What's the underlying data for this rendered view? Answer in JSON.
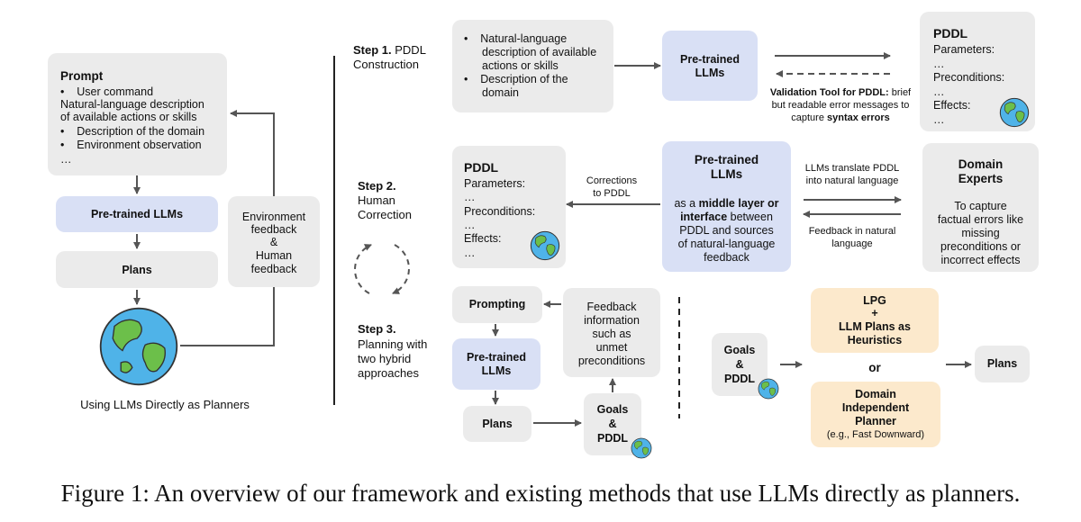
{
  "left": {
    "prompt_title": "Prompt",
    "prompt_lines": [
      "User command",
      "Natural-language description",
      "of available actions or skills",
      "Description of the domain",
      "Environment observation",
      "…"
    ],
    "llm_label": "Pre-trained LLMs",
    "plans_label": "Plans",
    "feedback_lines": [
      "Environment",
      "feedback",
      "&",
      "Human",
      "feedback"
    ],
    "caption": "Using LLMs Directly as Planners"
  },
  "step1": {
    "label_bold": "Step 1.",
    "label_rest": "PDDL",
    "label_line2": "Construction",
    "input_lines": [
      "Natural-language",
      "description of available",
      "actions or skills",
      "Description of the",
      "domain"
    ],
    "llm_lines": [
      "Pre-trained",
      "LLMs"
    ],
    "validation_line1_bold": "Validation Tool for PDDL:",
    "validation_line1_rest": "brief",
    "validation_line2": "but readable error messages to",
    "validation_line3_rest": "capture",
    "validation_line3_bold": "syntax errors",
    "pddl_title": "PDDL",
    "pddl_lines": [
      "Parameters:",
      "…",
      "Preconditions:",
      "…",
      "Effects:",
      "…"
    ]
  },
  "step2": {
    "label_bold": "Step 2.",
    "label_line2": "Human",
    "label_line3": "Correction",
    "pddl_title": "PDDL",
    "pddl_lines": [
      "Parameters:",
      "…",
      "Preconditions:",
      "…",
      "Effects:",
      "…"
    ],
    "corrections_lines": [
      "Corrections",
      "to PDDL"
    ],
    "llm_title_lines": [
      "Pre-trained",
      "LLMs"
    ],
    "llm_desc_1": "as a",
    "llm_desc_1b": "middle layer or",
    "llm_desc_2b": "interface",
    "llm_desc_2": "between",
    "llm_desc_3": "PDDL and sources",
    "llm_desc_4": "of natural-language",
    "llm_desc_5": "feedback",
    "translate_lines": [
      "LLMs translate PDDL",
      "into natural language"
    ],
    "feedback_lines": [
      "Feedback in natural",
      "language"
    ],
    "experts_title_lines": [
      "Domain",
      "Experts"
    ],
    "experts_lines": [
      "To capture",
      "factual errors like",
      "missing",
      "preconditions or",
      "incorrect effects"
    ]
  },
  "step3": {
    "label_bold": "Step 3.",
    "label_lines": [
      "Planning with",
      "two hybrid",
      "approaches"
    ],
    "prompting_label": "Prompting",
    "llm_lines": [
      "Pre-trained",
      "LLMs"
    ],
    "plans_label": "Plans",
    "feedback_lines": [
      "Feedback",
      "information",
      "such as",
      "unmet",
      "preconditions"
    ],
    "goals_lines": [
      "Goals",
      "&",
      "PDDL"
    ],
    "right_goals_lines": [
      "Goals",
      "&",
      "PDDL"
    ],
    "lpg_lines": [
      "LPG",
      "+",
      "LLM Plans as",
      "Heuristics"
    ],
    "or_label": "or",
    "dip_lines": [
      "Domain",
      "Independent",
      "Planner"
    ],
    "dip_note": "(e.g., Fast Downward)",
    "right_plans_label": "Plans"
  },
  "figure_caption": "Figure 1: An overview of our framework and existing methods that use LLMs directly as planners."
}
